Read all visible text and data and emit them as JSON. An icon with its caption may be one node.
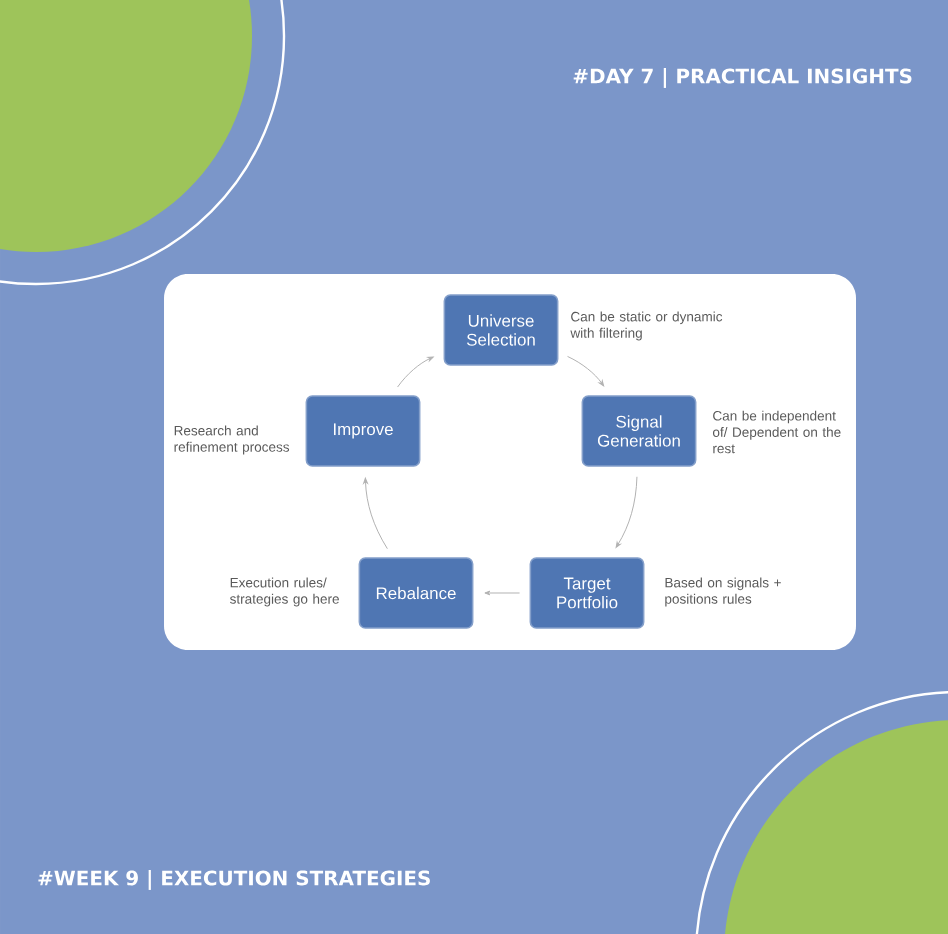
{
  "diagram": {
    "title": "#DAY 7 | PRACTICAL INSIGHTS",
    "caption": "#WEEK 9 | EXECUTION STRATEGIES",
    "nodes": [
      {
        "text": [
          "Universe Selection"
        ],
        "beside": [
          "Can be static or dynamic with filtering"
        ]
      },
      {
        "text": [
          "Signal Generation"
        ],
        "beside": [
          "Can be independent of/ Dependent on the rest"
        ]
      },
      {
        "text": [
          "Target Portfolio"
        ],
        "beside": [
          "Based on signals + positions rules"
        ]
      },
      {
        "text": [
          "Rebalance"
        ],
        "beside": [
          "Execution rules/ strategies go here"
        ]
      },
      {
        "text": [
          "Improve"
        ],
        "beside": [
          "Research and refinement process"
        ]
      }
    ],
    "edges": [
      {
        "from": 0,
        "to": 1,
        "arrow": "to"
      },
      {
        "from": 1,
        "to": 2,
        "arrow": "to"
      },
      {
        "from": 2,
        "to": 3,
        "arrow": "to"
      },
      {
        "from": 3,
        "to": 4,
        "arrow": "to"
      },
      {
        "from": 4,
        "to": 0,
        "arrow": "to"
      }
    ]
  }
}
